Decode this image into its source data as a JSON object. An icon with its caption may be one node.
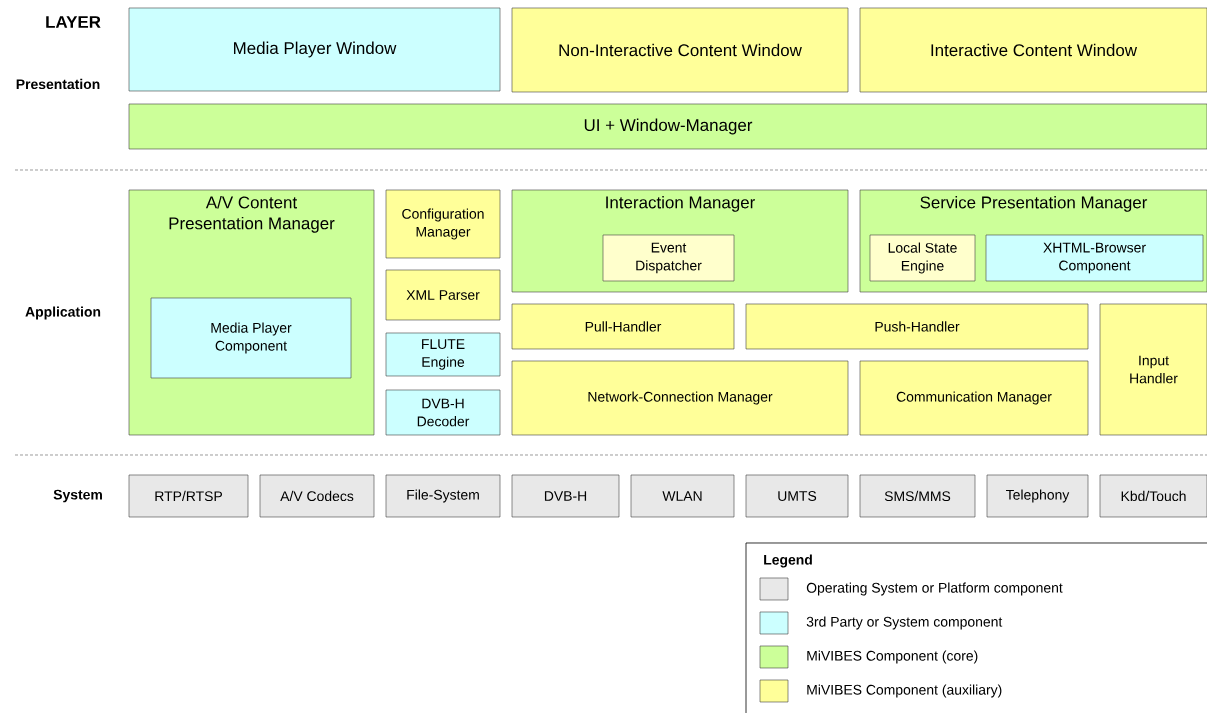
{
  "diagram": {
    "nodes": [
      {
        "text": [
          "Media Player Window"
        ]
      },
      {
        "text": [
          "Non-Interactive Content Window"
        ]
      },
      {
        "text": [
          "Interactive Content Window"
        ]
      },
      {
        "text": [
          "UI + Window-Manager"
        ]
      },
      {
        "text": [
          "A/V Content Presentation Manager"
        ]
      },
      {
        "text": [
          "Media Player Component"
        ],
        "in": 4
      },
      {
        "text": [
          "Configuration Manager"
        ]
      },
      {
        "text": [
          "XML Parser"
        ]
      },
      {
        "text": [
          "FLUTE Engine"
        ]
      },
      {
        "text": [
          "DVB-H Decoder"
        ]
      },
      {
        "text": [
          "Interaction Manager"
        ]
      },
      {
        "text": [
          "Event Dispatcher"
        ],
        "in": 10
      },
      {
        "text": [
          "Service Presentation Manager"
        ]
      },
      {
        "text": [
          "Local State Engine"
        ],
        "in": 12
      },
      {
        "text": [
          "XHTML-Browser Component"
        ],
        "in": 12
      },
      {
        "text": [
          "Pull-Handler"
        ]
      },
      {
        "text": [
          "Push-Handler"
        ]
      },
      {
        "text": [
          "Input Handler"
        ]
      },
      {
        "text": [
          "Network-Connection Manager"
        ]
      },
      {
        "text": [
          "Communication Manager"
        ]
      },
      {
        "text": [
          "RTP/RTSP"
        ]
      },
      {
        "text": [
          "A/V Codecs"
        ]
      },
      {
        "text": [
          "File-System"
        ]
      },
      {
        "text": [
          "DVB-H"
        ]
      },
      {
        "text": [
          "WLAN"
        ]
      },
      {
        "text": [
          "UMTS"
        ]
      },
      {
        "text": [
          "SMS/MMS"
        ]
      },
      {
        "text": [
          "Telephony"
        ]
      },
      {
        "text": [
          "Kbd/Touch"
        ]
      }
    ],
    "labels": [
      "LAYER",
      "Presentation",
      "Application",
      "System",
      "Legend"
    ],
    "legend": [
      {
        "text": "Operating System or Platform component",
        "color": "#e8e8e8"
      },
      {
        "text": "3rd Party or System component",
        "color": "#ccffff"
      },
      {
        "text": "MiVIBES Component (core)",
        "color": "#ccff99"
      },
      {
        "text": "MiVIBES Component (auxiliary)",
        "color": "#ffff99"
      }
    ]
  }
}
